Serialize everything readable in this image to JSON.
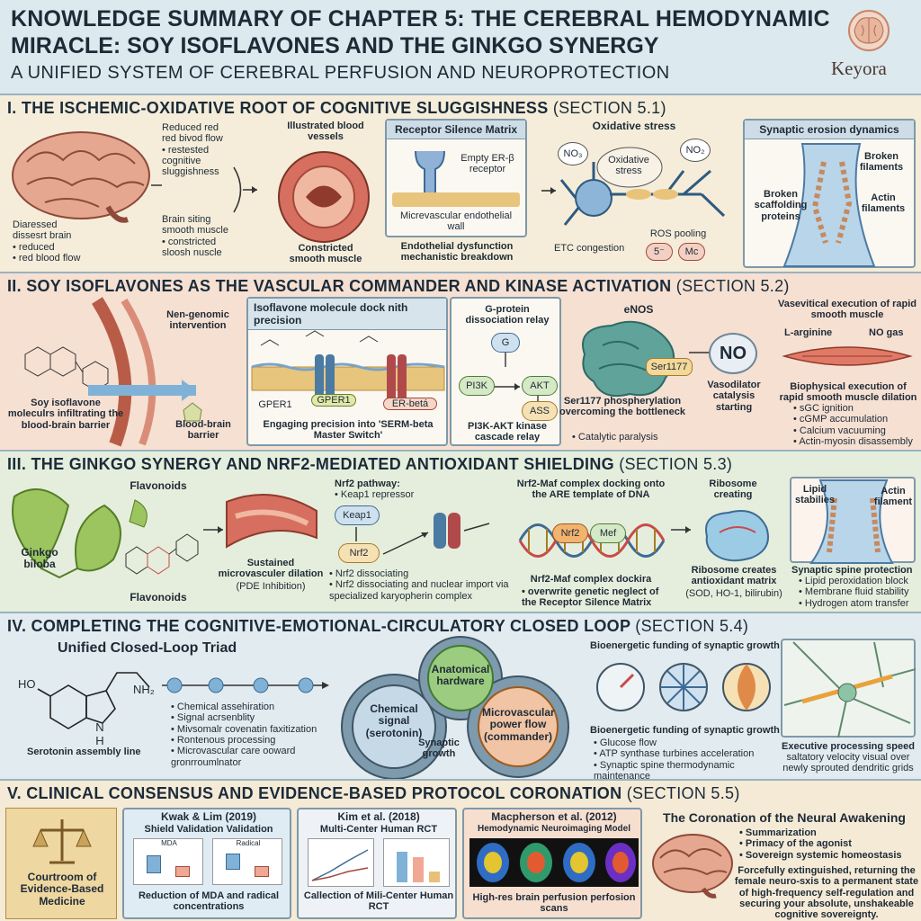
{
  "header": {
    "title_line1": "KNOWLEDGE SUMMARY OF CHAPTER 5: THE CEREBRAL HEMODYNAMIC",
    "title_line2": "MIRACLE: SOY ISOFLAVONES AND THE GINKGO SYNERGY",
    "subtitle": "A UNIFIED SYSTEM OF CEREBRAL PERFUSION AND NEUROPROTECTION",
    "brand": "Keyora"
  },
  "s1": {
    "title": "I. THE ISCHEMIC-OXIDATIVE ROOT OF COGNITIVE SLUGGISHNESS",
    "ref": "(SECTION 5.1)",
    "brain_caption": [
      "Diaressed",
      "dissesrt brain",
      "• reduced",
      "• red blood flow"
    ],
    "flow_top": [
      "Reduced red",
      "red bivod flow",
      "• restested",
      "cognitive",
      "sluggishness"
    ],
    "flow_bottom": [
      "Brain siting",
      "smooth muscle",
      "• constricted",
      "sloosh nuscle"
    ],
    "vessel_top": "Illustrated blood vessels",
    "vessel_bottom": "Constricted smooth muscle",
    "matrix_title": "Receptor Silence Matrix",
    "matrix_receptor": "Empty ER-β receptor",
    "matrix_wall": "Micrevascular endothelial wall",
    "matrix_caption": "Endothelial dysfunction mechanistic breakdown",
    "ox_title": "Oxidative stress",
    "ox_center": "Oxidative stress",
    "no3": "NO₃",
    "no2": "NO₂",
    "etc": "ETC congestion",
    "ros": "ROS pooling",
    "ros_a": "5⁻",
    "ros_b": "Mc",
    "syn_title": "Synaptic erosion dynamics",
    "syn_broken": "Broken filaments",
    "syn_scaffold": "Broken scaffolding proteins",
    "syn_actin": "Actin filaments"
  },
  "s2": {
    "title": "II. SOY ISOFLAVONES AS THE VASCULAR COMMANDER AND KINASE ACTIVATION",
    "ref": "(SECTION 5.2)",
    "nongenomic": "Nen-genomic intervention",
    "soy_caption": "Soy isoflavone moleculrs infiltrating the blood-brain barrier",
    "bbb": "Blood-brain barrier",
    "dock_title": "Isoflavone molecule dock nith precision",
    "gper1a": "GPER1",
    "gper1b": "GPER1",
    "erbeta": "ER-betá",
    "dock_caption": "Engaging precision into 'SERM-beta Master Switch'",
    "gprot_title": "G-protein dissociation relay",
    "g": "G",
    "pi3k": "PI3K",
    "akt": "AKT",
    "ass": "ASS",
    "gprot_caption": "PI3K-AKT kinase cascade relay",
    "enos": "eNOS",
    "ser": "Ser1177",
    "enos_caption": "Ser1177 phospherylation overcoming the bottleneck",
    "enos_bullet": "Catalytic paralysis",
    "no": "NO",
    "vaso": "Vasodilator catalysis starting",
    "exec_title": "Vasevitical execution of rapid smooth muscle",
    "larg": "L-arginine",
    "nogas": "NO gas",
    "bio_title": "Biophysical execution of rapid smooth muscle dilation",
    "bio_items": [
      "sGC ignition",
      "cGMP accumulation",
      "Calcium vacuuming",
      "Actin-myosin disassembly"
    ]
  },
  "s3": {
    "title": "III. THE GINKGO SYNERGY AND NRF2-MEDIATED ANTIOXIDANT SHIELDING",
    "ref": "(SECTION 5.3)",
    "ginkgo": "Ginkgo biloba",
    "flav_top": "Flavonoids",
    "flav_bottom": "Flavonoids",
    "dilation": "Sustained microvasculer dilation",
    "pde": "(PDE Inhibition)",
    "nrf2_title": "Nrf2 pathway:",
    "nrf2_sub": "Keap1 repressor",
    "keap1": "Keap1",
    "nrf2": "Nrf2",
    "nrf2_items": [
      "Nrf2 dissociating",
      "Nrf2 dissociating and nuclear import via specialized karyopherin complex"
    ],
    "maf_title": "Nrf2-Maf complex docking onto the ARE template of DNA",
    "maf_nrf2": "Nrf2",
    "maf_mef": "Mef",
    "maf_caption": "Nrf2-Maf complex dockira",
    "maf_bullet": "overwrite genetic neglect of the Receptor Silence Matrix",
    "ribo_title": "Ribosome creating",
    "ribo_caption": "Ribosome creates antioxidant matrix",
    "ribo_sub": "(SOD, HO-1, bilirubin)",
    "lipid": "Lipid stabilies",
    "actin": "Actin filament",
    "spine_title": "Synaptic spine protection",
    "spine_items": [
      "Lipid peroxidation block",
      "Membrane fluid stability",
      "Hydrogen atom transfer"
    ]
  },
  "s4": {
    "title": "IV. COMPLETING THE COGNITIVE-EMOTIONAL-CIRCULATORY CLOSED LOOP",
    "ref": "(SECTION 5.4)",
    "triad": "Unified Closed-Loop Triad",
    "ho": "HO",
    "nh2": "NH₂",
    "nh": "N",
    "h": "H",
    "serotonin_caption": "Serotonin assembly line",
    "chain_items": [
      "Chemical assehiration",
      "Signal acrsenblity",
      "Mivsomalr covenatin faxitization",
      "Rontenous processing",
      "Microvascular care ooward gronrroumlnator"
    ],
    "gear_chem": "Chemical signal (serotonin)",
    "gear_anat": "Anatomical hardware",
    "gear_micro": "Microvascular power flow (commander)",
    "syn_growth": "Synaptic growth",
    "bio_top": "Bioenergetic funding of synaptic growth",
    "bio_bottom": "Bioenergetic funding of synaptic growth",
    "bio_items": [
      "Glucose flow",
      "ATP synthase turbines acceleration",
      "Synaptic spine thermodynamic maintenance"
    ],
    "exec_title": "Executive processing speed",
    "exec_body": "saltatory velocity visual over newly sprouted dendritic grids"
  },
  "s5": {
    "title": "V. CLINICAL CONSENSUS AND EVIDENCE-BASED PROTOCOL CORONATION",
    "ref": "(SECTION 5.5)",
    "court": "Courtroom of Evidence-Based Medicine",
    "kwak_title": "Kwak & Lim (2019)",
    "kwak_sub": "Shield Validation Validation",
    "kwak_mda": "MDA",
    "kwak_radical": "Radical",
    "kwak_caption": "Reduction of MDA and radical concentrations",
    "kim_title": "Kim et al. (2018)",
    "kim_sub": "Multi-Center Human RCT",
    "kim_caption": "Callection of Mili-Center Human RCT",
    "mac_title": "Macpherson et al. (2012)",
    "mac_sub": "Hemodynamic Neuroimaging Model",
    "mac_caption": "High-res brain perfusion perfosion scans",
    "crown_title": "The Coronation of the Neural Awakening",
    "crown_items": [
      "Summarization",
      "Primacy of the agonist",
      "Sovereign systemic homeostasis"
    ],
    "crown_body": "Forcefully extinguished, returning the female neuro-sxis to a permanent state of high-frequency self-regulation and securing your absolute, unshakeable cognitive sovereignty."
  },
  "colors": {
    "header_bg": "#dce9ee",
    "s1_bg": "#f5edd9",
    "s2_bg": "#f6e0d2",
    "s3_bg": "#e5eedc",
    "s4_bg": "#e2ebef",
    "s5_bg": "#f4ead6",
    "accent": "#1b2b3a"
  }
}
